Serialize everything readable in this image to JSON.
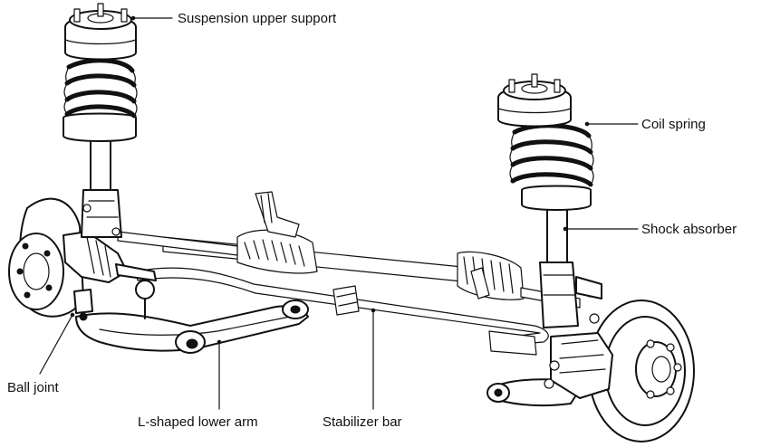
{
  "labels": {
    "upper_support": "Suspension upper support",
    "coil_spring": "Coil spring",
    "shock_absorber": "Shock absorber",
    "ball_joint": "Ball joint",
    "lower_arm": "L-shaped lower arm",
    "stabilizer_bar": "Stabilizer bar"
  },
  "colors": {
    "ink": "#111111",
    "background": "#ffffff"
  }
}
